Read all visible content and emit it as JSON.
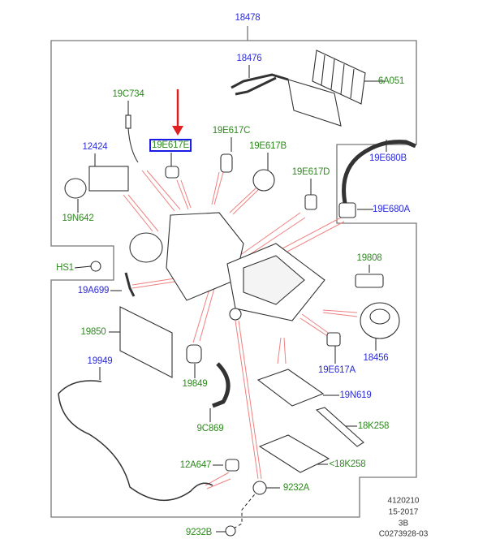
{
  "diagram": {
    "labels": {
      "l18478": "18478",
      "l18476": "18476",
      "l6A051": "6A051",
      "l19C734": "19C734",
      "l19E617E": "19E617E",
      "l19E617C": "19E617C",
      "l19E617B": "19E617B",
      "l12424": "12424",
      "l19E617D": "19E617D",
      "l19E680B": "19E680B",
      "l19E680A": "19E680A",
      "l19N642": "19N642",
      "lHS1": "HS1",
      "l19808": "19808",
      "l19A699": "19A699",
      "l19850": "19850",
      "l18456": "18456",
      "l19949": "19949",
      "l19E617A": "19E617A",
      "l19849": "19849",
      "l19N619": "19N619",
      "l9C869": "9C869",
      "l18K258a": "18K258",
      "l12A647": "12A647",
      "l18K258b": "<18K258",
      "l9232A": "9232A",
      "l9232B": "9232B"
    },
    "selected_part": "19E617E",
    "reference": {
      "code": "4120210",
      "date": "15-2017",
      "rev": "3B",
      "illustration": "C0273928-03"
    },
    "colors": {
      "blue_label": "#2b2bdc",
      "green_label": "#2e8a1e",
      "leader_red": "#f08080",
      "arrow": "#e02020"
    }
  }
}
